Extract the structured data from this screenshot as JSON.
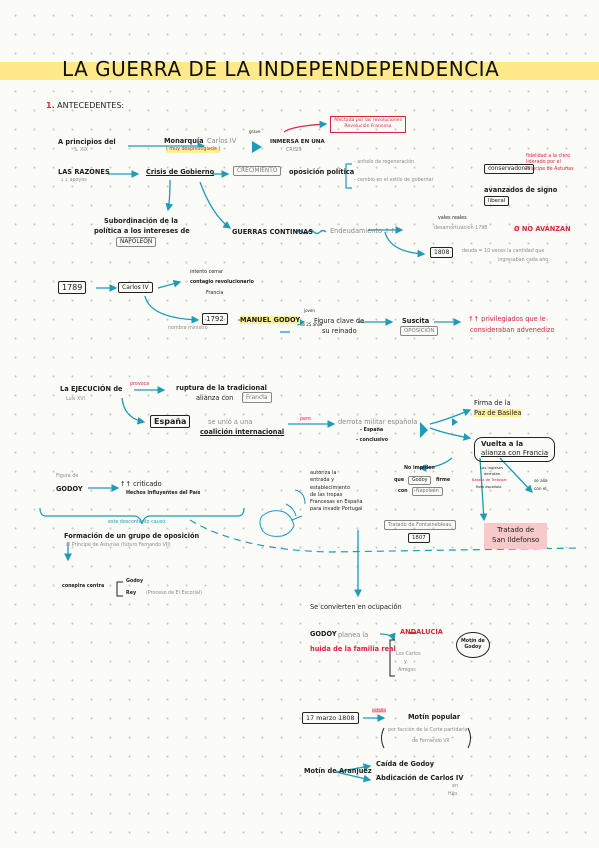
{
  "title": "LA GUERRA DE LA INDEPENDEPENDENCIA",
  "section": {
    "number": "1.",
    "label": "ANTECEDENTES:"
  },
  "colors": {
    "accent_teal": "#1f9bb6",
    "accent_red": "#d7263d",
    "highlight_yellow": "#ffe98a",
    "highlight_pink": "#f7c9c9"
  },
  "n": {
    "principios": "A principios del",
    "sxix": "S. XIX",
    "monarquia": "Monarquía",
    "carlos_iv": "Carlos IV",
    "muy_desprestigiada": "( muy desprestigiada )",
    "grave": "grave",
    "inmersa": "INMERSA EN UNA",
    "crisis": "CRISIS",
    "afectada": "Afectada por las revoluciones",
    "revolucion_francesa": "Revolución Francesa",
    "las_razones": "LAS RAZONES",
    "a_apoyos": "↓↓ apoyos",
    "crisis_de_gobierno": "Crisis de Gobierno",
    "crecimiento": "CRECIMIENTO",
    "oposicion": "oposición política",
    "anhelo": "- anhelo de regeneración",
    "cambio": "- cambio en el estilo de gobernar",
    "conservadores": "conservadores",
    "fidelidad": "fidelidad a la clero",
    "liderado": "liderado por el",
    "principe": "Principe de Asturias",
    "avanzados": "avanzados de signo",
    "liberal": "liberal",
    "subordinacion": "Subordinación de la",
    "politica_intereses": "política a los intereses de",
    "napoleon": "NAPOLEÓN",
    "guerras": "GUERRAS CONTINUAS",
    "endeudamiento": "Endeudamiento ↑↑",
    "vales_reales": "vales reales",
    "amortizacion": "desamortización 1798",
    "no_avanzan": "Ø NO AVANZAN",
    "y1808": "1808",
    "deuda": "deuda = 10 veces la cantidad que",
    "ingresaban": "ingresaban cada año.",
    "y1789": "1789",
    "carlos_iv_box": "Carlos IV",
    "intento_cerrar": "intento cerrar",
    "contagio": "contagio revolucionario",
    "francia": "Francia",
    "y1792": "1792",
    "nombra_ministro": "nombra ministro",
    "manuel_godoy": "MANUEL GODOY",
    "joven": "joven",
    "de_25": "de 25 años",
    "figura_clave": "Figura clave de",
    "su_reinado": "su reinado",
    "suscita": "Suscita",
    "oposicion2": "OPOSICIÓN",
    "privilegiados": "↑↑ privilegiados que le",
    "consideraban": "consideraban advenedizo",
    "ejecucion": "La EJECUCIÓN de",
    "provoca": "provoca",
    "ruptura": "ruptura de la tradicional",
    "alianza": "alianza con",
    "francia2": "Francia",
    "luis_xvi": "Luis XVI",
    "espana": "España",
    "se_unio": "se unió a una",
    "coalicion": "coalición internacional",
    "pero": "pero",
    "derrota": "derrota militar española",
    "espana_item": "- España",
    "conclusion": "- conclusivo",
    "firma": "Firma de la",
    "paz_basilea": "Paz de Basilea",
    "vuelta": "Vuelta a la",
    "alianza_francia": "alianza con Francia",
    "figura_de": "Figura de",
    "godoy": "GODOY",
    "criticado": "↑↑ criticado",
    "hechos": "Hechos influyentes del País",
    "este_descontento": "este descontento causó:",
    "formacion": "Formación de un grupo de oposición",
    "principe2": "al Príncipe de Asturias (futuro Fernando VII)",
    "conspira": "conspira contra",
    "godoy2": "Godoy",
    "rey": "Rey",
    "proceso": "(Proceso de El Escorial)",
    "no_impiden": "No impiden",
    "que": "que",
    "godoy3": "Godoy",
    "firme": "firme",
    "con": "con",
    "napoleon2": "Napoleón",
    "los_ingleses": "Los ingleses",
    "derrotan": "derrotan",
    "trafalgar": "Batalla de Trafalgar",
    "corso": "flota española",
    "se_alia": "se alía",
    "con_el": "con el",
    "tratado_sanildefonso_1": "Tratado de",
    "tratado_sanildefonso_2": "San Ildefonso",
    "autoriza": "autoriza la",
    "entrada": "entrada y",
    "establecimiento": "establecimiento",
    "de_las": "de las tropas",
    "franceses": "Francesas en España",
    "para": "para invadir Portugal",
    "tratado_fontainebleau": "Tratado de Fontainebleau",
    "y1807": "1807",
    "se_convierten": "Se convierten en ocupación",
    "godoy4": "GODOY",
    "planea": "planea la",
    "huida": "huida de la familia real",
    "andalucia": "ANDALUCÍA",
    "los_reyes": "Los Carlos",
    "y_amigos": "y",
    "y_amigos2": "Amigos",
    "motin_badge1": "Motín de",
    "motin_badge2": "Godoy",
    "fecha_1808": "17 marzo 1808",
    "estalla": "estalla",
    "motin_popular": "Motín popular",
    "por_faccion": "por facción de la Corte partidaria",
    "de_fernando": "de Fernando VII",
    "motin_aranjuez": "Motín de Aranjuez",
    "caida": "Caída de Godoy",
    "abdicacion": "Abdicación de Carlos IV",
    "en": "en",
    "hijo": "Hijo"
  }
}
